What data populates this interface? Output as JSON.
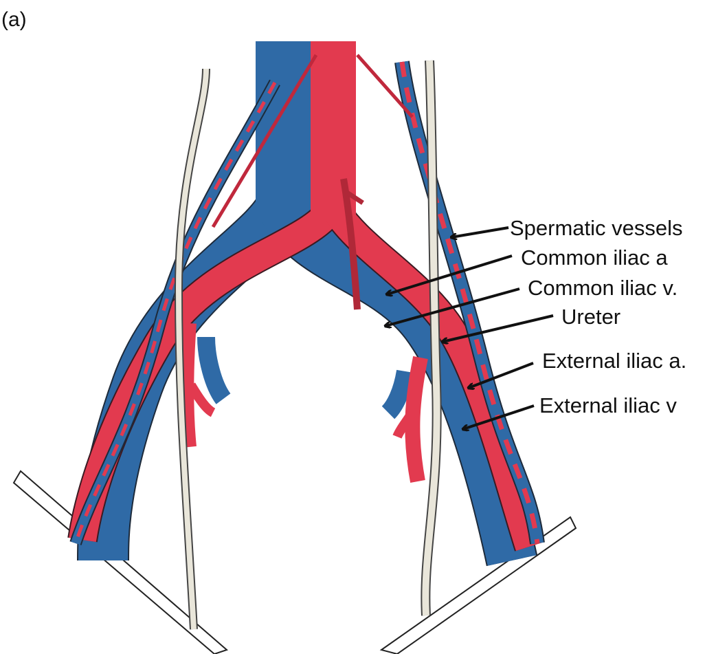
{
  "panel_label": "(a)",
  "labels": {
    "spermatic_vessels": "Spermatic vessels",
    "common_iliac_a": "Common iliac a",
    "common_iliac_v": "Common iliac v.",
    "ureter": "Ureter",
    "external_iliac_a": "External iliac a.",
    "external_iliac_v": "External iliac v"
  },
  "colors": {
    "vein": "#2f6aa6",
    "artery": "#e23a4f",
    "ureter": "#e9e6da",
    "outline": "#1d2a3a"
  }
}
